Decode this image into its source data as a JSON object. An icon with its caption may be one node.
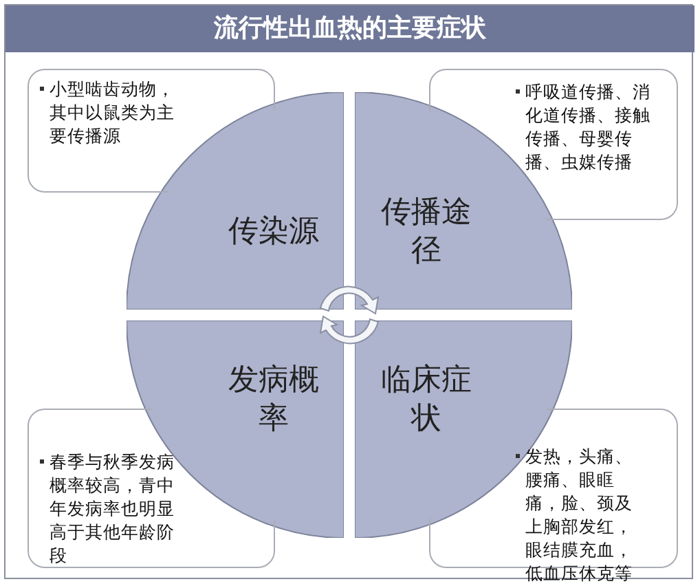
{
  "diagram": {
    "title": "流行性出血热的主要症状",
    "nodes": [
      {
        "text": [
          "小型啮齿动物，其中以鼠类为主要传播源"
        ]
      },
      {
        "text": [
          "呼吸道传播、消化道传播、接触传播、母婴传播、虫媒传播"
        ]
      },
      {
        "text": [
          "传染源"
        ]
      },
      {
        "text": [
          "传播途径"
        ]
      },
      {
        "text": [
          "发病概率"
        ]
      },
      {
        "text": [
          "临床症状"
        ]
      },
      {
        "text": [
          "春季与秋季发病概率较高，青中年发病率也明显高于其他年龄阶段"
        ]
      },
      {
        "text": [
          "发热，头痛、腰痛、眼眶痛，脸、颈及上胸部发红，眼结膜充血，低血压休克等"
        ]
      }
    ],
    "edges": []
  }
}
